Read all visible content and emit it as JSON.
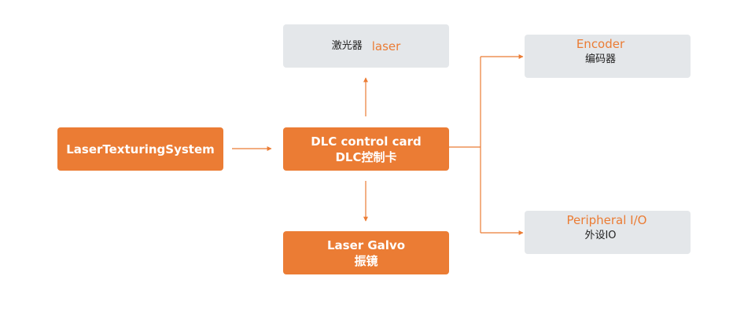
{
  "colors": {
    "accent": "#eb7c34",
    "node_gray": "#e4e7ea",
    "line": "#eb7c34"
  },
  "nodes": {
    "system": {
      "label": "LaserTexturingSystem"
    },
    "dlc": {
      "label_en": "DLC control card",
      "label_zh": "DLC控制卡"
    },
    "laser": {
      "label_zh": "激光器",
      "label_en": "laser"
    },
    "galvo": {
      "label_en": "Laser Galvo",
      "label_zh": "振镜"
    },
    "encoder": {
      "label_en": "Encoder",
      "label_zh": "编码器"
    },
    "io": {
      "label_en": "Peripheral I/O",
      "label_zh": "外设IO"
    }
  }
}
